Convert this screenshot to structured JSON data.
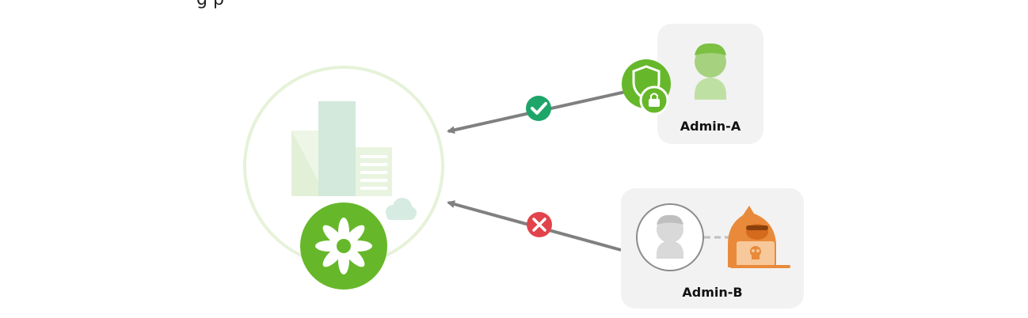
{
  "top_cut_text": "g  p",
  "admin_a": {
    "label": "Admin-A"
  },
  "admin_b": {
    "label": "Admin-B"
  },
  "colors": {
    "accent_green": "#66b82a",
    "check_green": "#1ea56a",
    "error_red": "#e2434a",
    "hacker_orange": "#e98a3a",
    "arrow_gray": "#808080",
    "card_bg": "#f2f2f2"
  },
  "icons": [
    "building-icon",
    "cloud-icon",
    "logo-icon",
    "shield-lock-icon",
    "check-icon",
    "x-icon",
    "user-icon",
    "hacker-icon"
  ]
}
